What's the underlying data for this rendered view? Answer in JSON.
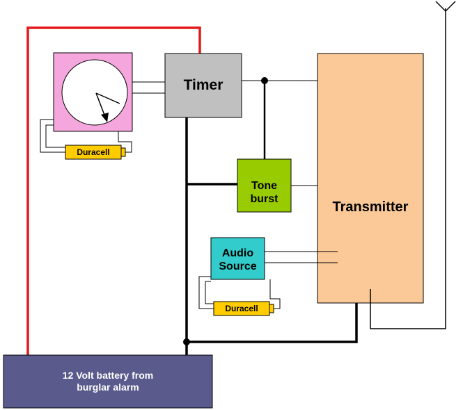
{
  "timer": {
    "label": "Timer"
  },
  "tone_burst": {
    "label": "Tone\nburst"
  },
  "audio_source": {
    "label": "Audio\nSource"
  },
  "transmitter": {
    "label": "Transmitter"
  },
  "battery": {
    "label": "12 Volt battery from\nburglar alarm"
  },
  "cells": [
    {
      "label": "Duracell"
    },
    {
      "label": "Duracell"
    }
  ],
  "colors": {
    "timer": "#c0c0c0",
    "clock_box": "#f4a6dd",
    "tone_burst": "#99cc00",
    "audio_source": "#33cccc",
    "transmitter": "#fac997",
    "battery": "#5a5a8c",
    "cell": "#ffcc00",
    "positive_wire": "#e3191d"
  }
}
